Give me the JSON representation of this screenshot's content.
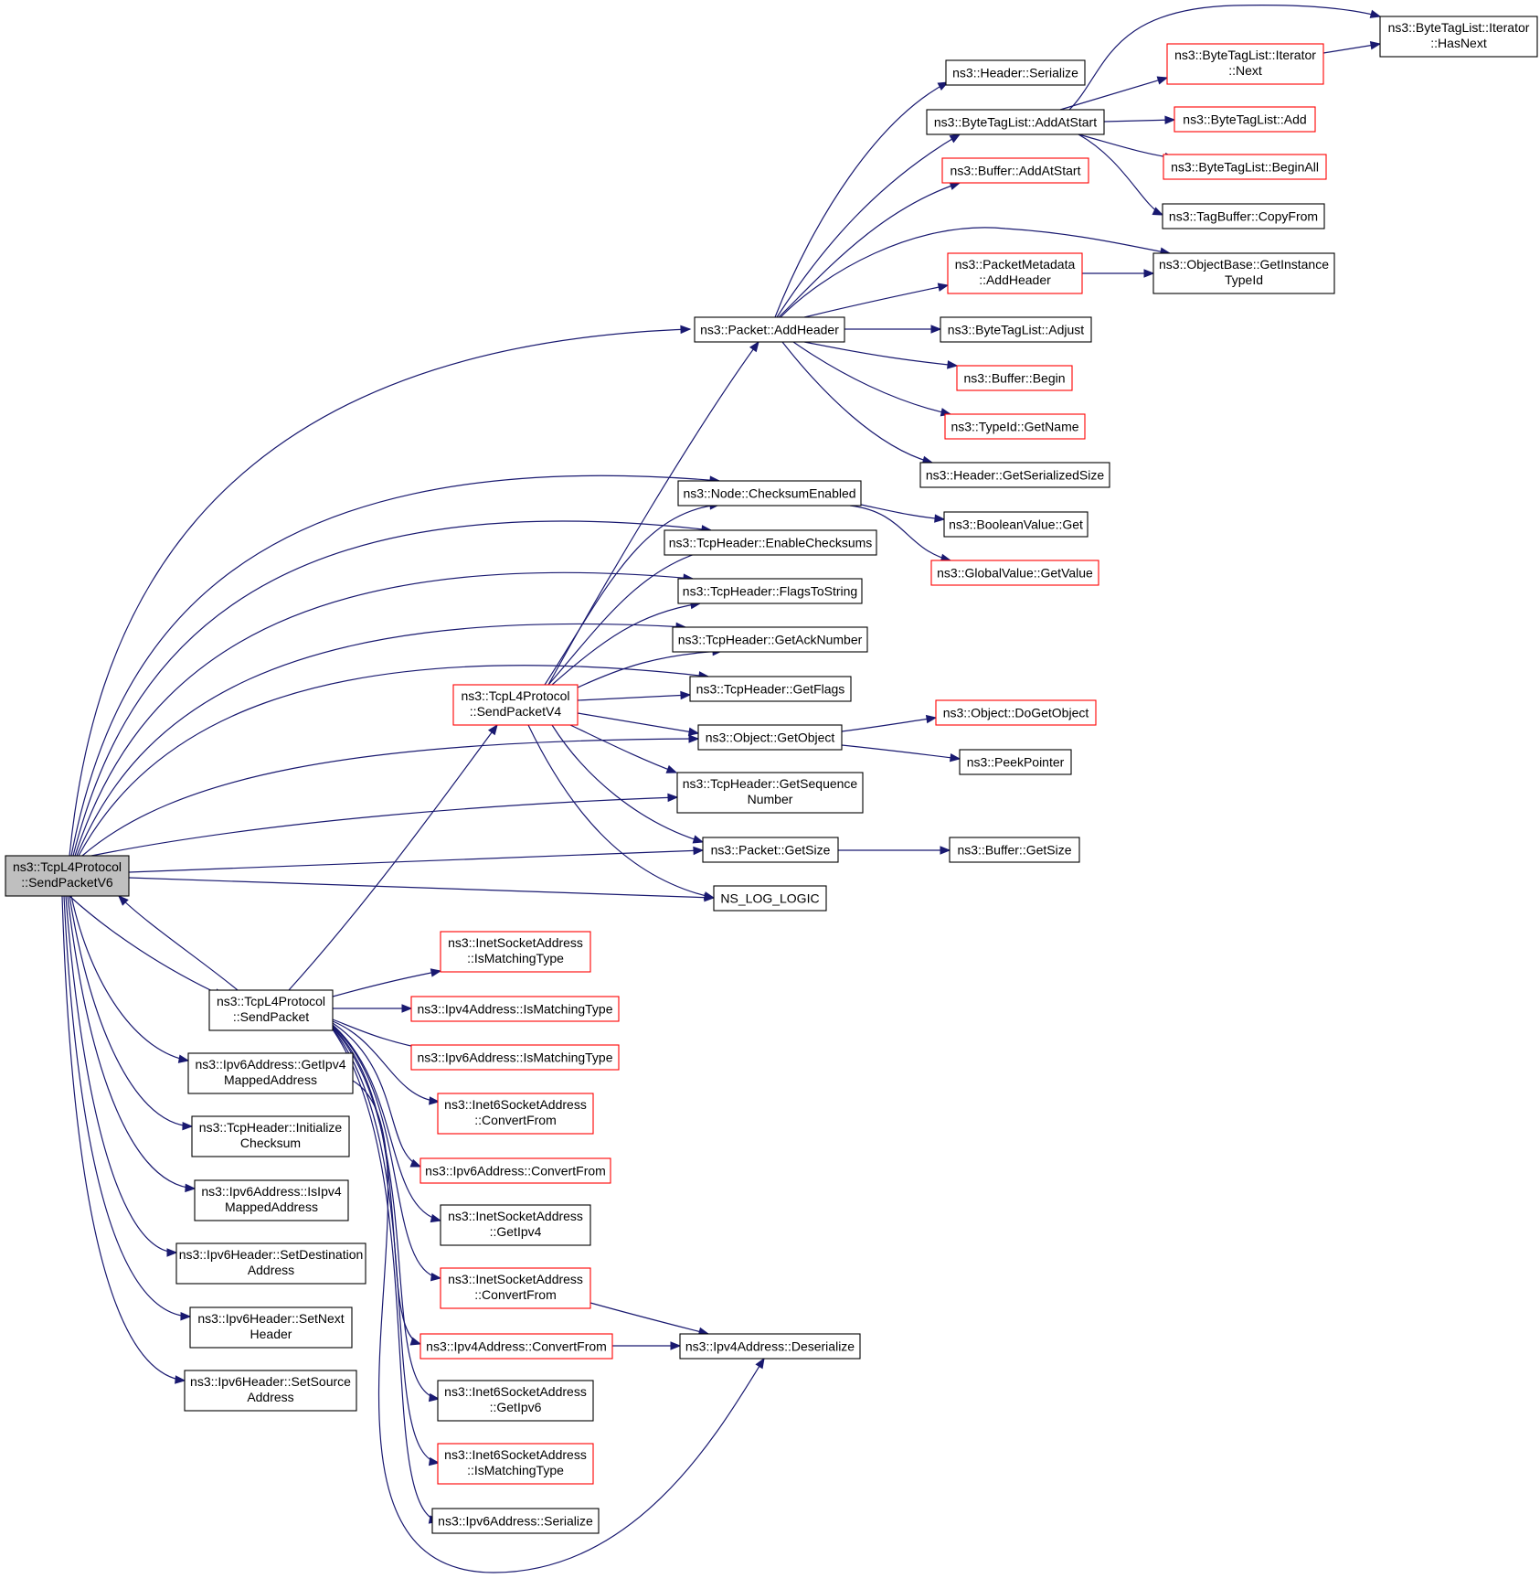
{
  "colors": {
    "edge": "#191970",
    "node_border_default": "#000000",
    "node_border_incomplete": "#ff0000",
    "root_fill": "#bfbfbf"
  },
  "nodes": [
    {
      "id": "root",
      "lines": [
        "ns3::TcpL4Protocol",
        "::SendPacketV6"
      ],
      "border": "black",
      "root": true
    },
    {
      "id": "sendpacket",
      "lines": [
        "ns3::TcpL4Protocol",
        "::SendPacket"
      ],
      "border": "black"
    },
    {
      "id": "getipv4mapped",
      "lines": [
        "ns3::Ipv6Address::GetIpv4",
        "MappedAddress"
      ],
      "border": "black"
    },
    {
      "id": "initchecksum",
      "lines": [
        "ns3::TcpHeader::Initialize",
        "Checksum"
      ],
      "border": "black"
    },
    {
      "id": "isipv4mapped",
      "lines": [
        "ns3::Ipv6Address::IsIpv4",
        "MappedAddress"
      ],
      "border": "black"
    },
    {
      "id": "setdest",
      "lines": [
        "ns3::Ipv6Header::SetDestination",
        "Address"
      ],
      "border": "black"
    },
    {
      "id": "setnext",
      "lines": [
        "ns3::Ipv6Header::SetNext",
        "Header"
      ],
      "border": "black"
    },
    {
      "id": "setsource",
      "lines": [
        "ns3::Ipv6Header::SetSource",
        "Address"
      ],
      "border": "black"
    },
    {
      "id": "sendpacketv4",
      "lines": [
        "ns3::TcpL4Protocol",
        "::SendPacketV4"
      ],
      "border": "red"
    },
    {
      "id": "inet_ismatch",
      "lines": [
        "ns3::InetSocketAddress",
        "::IsMatchingType"
      ],
      "border": "red"
    },
    {
      "id": "ipv4_ismatch",
      "lines": [
        "ns3::Ipv4Address::IsMatchingType"
      ],
      "border": "red"
    },
    {
      "id": "ipv6_ismatch",
      "lines": [
        "ns3::Ipv6Address::IsMatchingType"
      ],
      "border": "red"
    },
    {
      "id": "inet6_convert",
      "lines": [
        "ns3::Inet6SocketAddress",
        "::ConvertFrom"
      ],
      "border": "red"
    },
    {
      "id": "ipv6_convert",
      "lines": [
        "ns3::Ipv6Address::ConvertFrom"
      ],
      "border": "red"
    },
    {
      "id": "inet_getipv4",
      "lines": [
        "ns3::InetSocketAddress",
        "::GetIpv4"
      ],
      "border": "black"
    },
    {
      "id": "inet_convert",
      "lines": [
        "ns3::InetSocketAddress",
        "::ConvertFrom"
      ],
      "border": "red"
    },
    {
      "id": "ipv4_convert",
      "lines": [
        "ns3::Ipv4Address::ConvertFrom"
      ],
      "border": "red"
    },
    {
      "id": "inet6_getipv6",
      "lines": [
        "ns3::Inet6SocketAddress",
        "::GetIpv6"
      ],
      "border": "black"
    },
    {
      "id": "inet6_ismatch",
      "lines": [
        "ns3::Inet6SocketAddress",
        "::IsMatchingType"
      ],
      "border": "red"
    },
    {
      "id": "ipv6_serialize",
      "lines": [
        "ns3::Ipv6Address::Serialize"
      ],
      "border": "black"
    },
    {
      "id": "ipv4_deserialize",
      "lines": [
        "ns3::Ipv4Address::Deserialize"
      ],
      "border": "black"
    },
    {
      "id": "addheader",
      "lines": [
        "ns3::Packet::AddHeader"
      ],
      "border": "black"
    },
    {
      "id": "checksumenabled",
      "lines": [
        "ns3::Node::ChecksumEnabled"
      ],
      "border": "black"
    },
    {
      "id": "enablechecksums",
      "lines": [
        "ns3::TcpHeader::EnableChecksums"
      ],
      "border": "black"
    },
    {
      "id": "flagstostring",
      "lines": [
        "ns3::TcpHeader::FlagsToString"
      ],
      "border": "black"
    },
    {
      "id": "getacknumber",
      "lines": [
        "ns3::TcpHeader::GetAckNumber"
      ],
      "border": "black"
    },
    {
      "id": "getflags",
      "lines": [
        "ns3::TcpHeader::GetFlags"
      ],
      "border": "black"
    },
    {
      "id": "getobject",
      "lines": [
        "ns3::Object::GetObject"
      ],
      "border": "black"
    },
    {
      "id": "getseq",
      "lines": [
        "ns3::TcpHeader::GetSequence",
        "Number"
      ],
      "border": "black"
    },
    {
      "id": "packet_getsize",
      "lines": [
        "ns3::Packet::GetSize"
      ],
      "border": "black"
    },
    {
      "id": "nslog",
      "lines": [
        "NS_LOG_LOGIC"
      ],
      "border": "black"
    },
    {
      "id": "header_serialize",
      "lines": [
        "ns3::Header::Serialize"
      ],
      "border": "black"
    },
    {
      "id": "btl_addatstart",
      "lines": [
        "ns3::ByteTagList::AddAtStart"
      ],
      "border": "black"
    },
    {
      "id": "buffer_addatstart",
      "lines": [
        "ns3::Buffer::AddAtStart"
      ],
      "border": "red"
    },
    {
      "id": "pm_addheader",
      "lines": [
        "ns3::PacketMetadata",
        "::AddHeader"
      ],
      "border": "red"
    },
    {
      "id": "btl_adjust",
      "lines": [
        "ns3::ByteTagList::Adjust"
      ],
      "border": "black"
    },
    {
      "id": "buffer_begin",
      "lines": [
        "ns3::Buffer::Begin"
      ],
      "border": "red"
    },
    {
      "id": "typeid_getname",
      "lines": [
        "ns3::TypeId::GetName"
      ],
      "border": "red"
    },
    {
      "id": "header_getsersize",
      "lines": [
        "ns3::Header::GetSerializedSize"
      ],
      "border": "black"
    },
    {
      "id": "boolval_get",
      "lines": [
        "ns3::BooleanValue::Get"
      ],
      "border": "black"
    },
    {
      "id": "globalval_getvalue",
      "lines": [
        "ns3::GlobalValue::GetValue"
      ],
      "border": "red"
    },
    {
      "id": "object_dogetobject",
      "lines": [
        "ns3::Object::DoGetObject"
      ],
      "border": "red"
    },
    {
      "id": "peekpointer",
      "lines": [
        "ns3::PeekPointer"
      ],
      "border": "black"
    },
    {
      "id": "buffer_getsize",
      "lines": [
        "ns3::Buffer::GetSize"
      ],
      "border": "black"
    },
    {
      "id": "btl_it_hasnext",
      "lines": [
        "ns3::ByteTagList::Iterator",
        "::HasNext"
      ],
      "border": "black"
    },
    {
      "id": "btl_it_next",
      "lines": [
        "ns3::ByteTagList::Iterator",
        "::Next"
      ],
      "border": "red"
    },
    {
      "id": "btl_add",
      "lines": [
        "ns3::ByteTagList::Add"
      ],
      "border": "red"
    },
    {
      "id": "btl_beginall",
      "lines": [
        "ns3::ByteTagList::BeginAll"
      ],
      "border": "red"
    },
    {
      "id": "tagbuffer_copyfrom",
      "lines": [
        "ns3::TagBuffer::CopyFrom"
      ],
      "border": "black"
    },
    {
      "id": "objbase_getinstance",
      "lines": [
        "ns3::ObjectBase::GetInstance",
        "TypeId"
      ],
      "border": "black"
    }
  ],
  "edges": [
    [
      "root",
      "addheader"
    ],
    [
      "root",
      "checksumenabled"
    ],
    [
      "root",
      "enablechecksums"
    ],
    [
      "root",
      "flagstostring"
    ],
    [
      "root",
      "getacknumber"
    ],
    [
      "root",
      "getflags"
    ],
    [
      "root",
      "getobject"
    ],
    [
      "root",
      "getseq"
    ],
    [
      "root",
      "packet_getsize"
    ],
    [
      "root",
      "nslog"
    ],
    [
      "root",
      "sendpacket"
    ],
    [
      "root",
      "getipv4mapped"
    ],
    [
      "root",
      "initchecksum"
    ],
    [
      "root",
      "isipv4mapped"
    ],
    [
      "root",
      "setdest"
    ],
    [
      "root",
      "setnext"
    ],
    [
      "root",
      "setsource"
    ],
    [
      "sendpacket",
      "root"
    ],
    [
      "sendpacket",
      "sendpacketv4"
    ],
    [
      "sendpacket",
      "inet_ismatch"
    ],
    [
      "sendpacket",
      "ipv4_ismatch"
    ],
    [
      "sendpacket",
      "ipv6_ismatch"
    ],
    [
      "sendpacket",
      "inet6_convert"
    ],
    [
      "sendpacket",
      "ipv6_convert"
    ],
    [
      "sendpacket",
      "inet_getipv4"
    ],
    [
      "sendpacket",
      "inet_convert"
    ],
    [
      "sendpacket",
      "ipv4_convert"
    ],
    [
      "sendpacket",
      "inet6_getipv6"
    ],
    [
      "sendpacket",
      "inet6_ismatch"
    ],
    [
      "sendpacket",
      "ipv6_serialize"
    ],
    [
      "getipv4mapped",
      "ipv4_deserialize"
    ],
    [
      "inet_convert",
      "ipv4_deserialize"
    ],
    [
      "ipv4_convert",
      "ipv4_deserialize"
    ],
    [
      "sendpacketv4",
      "addheader"
    ],
    [
      "sendpacketv4",
      "checksumenabled"
    ],
    [
      "sendpacketv4",
      "enablechecksums"
    ],
    [
      "sendpacketv4",
      "flagstostring"
    ],
    [
      "sendpacketv4",
      "getacknumber"
    ],
    [
      "sendpacketv4",
      "getflags"
    ],
    [
      "sendpacketv4",
      "getobject"
    ],
    [
      "sendpacketv4",
      "getseq"
    ],
    [
      "sendpacketv4",
      "packet_getsize"
    ],
    [
      "sendpacketv4",
      "nslog"
    ],
    [
      "addheader",
      "header_serialize"
    ],
    [
      "addheader",
      "btl_addatstart"
    ],
    [
      "addheader",
      "buffer_addatstart"
    ],
    [
      "addheader",
      "objbase_getinstance"
    ],
    [
      "addheader",
      "pm_addheader"
    ],
    [
      "addheader",
      "btl_adjust"
    ],
    [
      "addheader",
      "buffer_begin"
    ],
    [
      "addheader",
      "typeid_getname"
    ],
    [
      "addheader",
      "header_getsersize"
    ],
    [
      "btl_addatstart",
      "btl_it_hasnext"
    ],
    [
      "btl_addatstart",
      "btl_it_next"
    ],
    [
      "btl_addatstart",
      "btl_add"
    ],
    [
      "btl_addatstart",
      "btl_beginall"
    ],
    [
      "btl_addatstart",
      "tagbuffer_copyfrom"
    ],
    [
      "btl_it_next",
      "btl_it_hasnext"
    ],
    [
      "pm_addheader",
      "objbase_getinstance"
    ],
    [
      "checksumenabled",
      "boolval_get"
    ],
    [
      "checksumenabled",
      "globalval_getvalue"
    ],
    [
      "getobject",
      "object_dogetobject"
    ],
    [
      "getobject",
      "peekpointer"
    ],
    [
      "packet_getsize",
      "buffer_getsize"
    ]
  ]
}
